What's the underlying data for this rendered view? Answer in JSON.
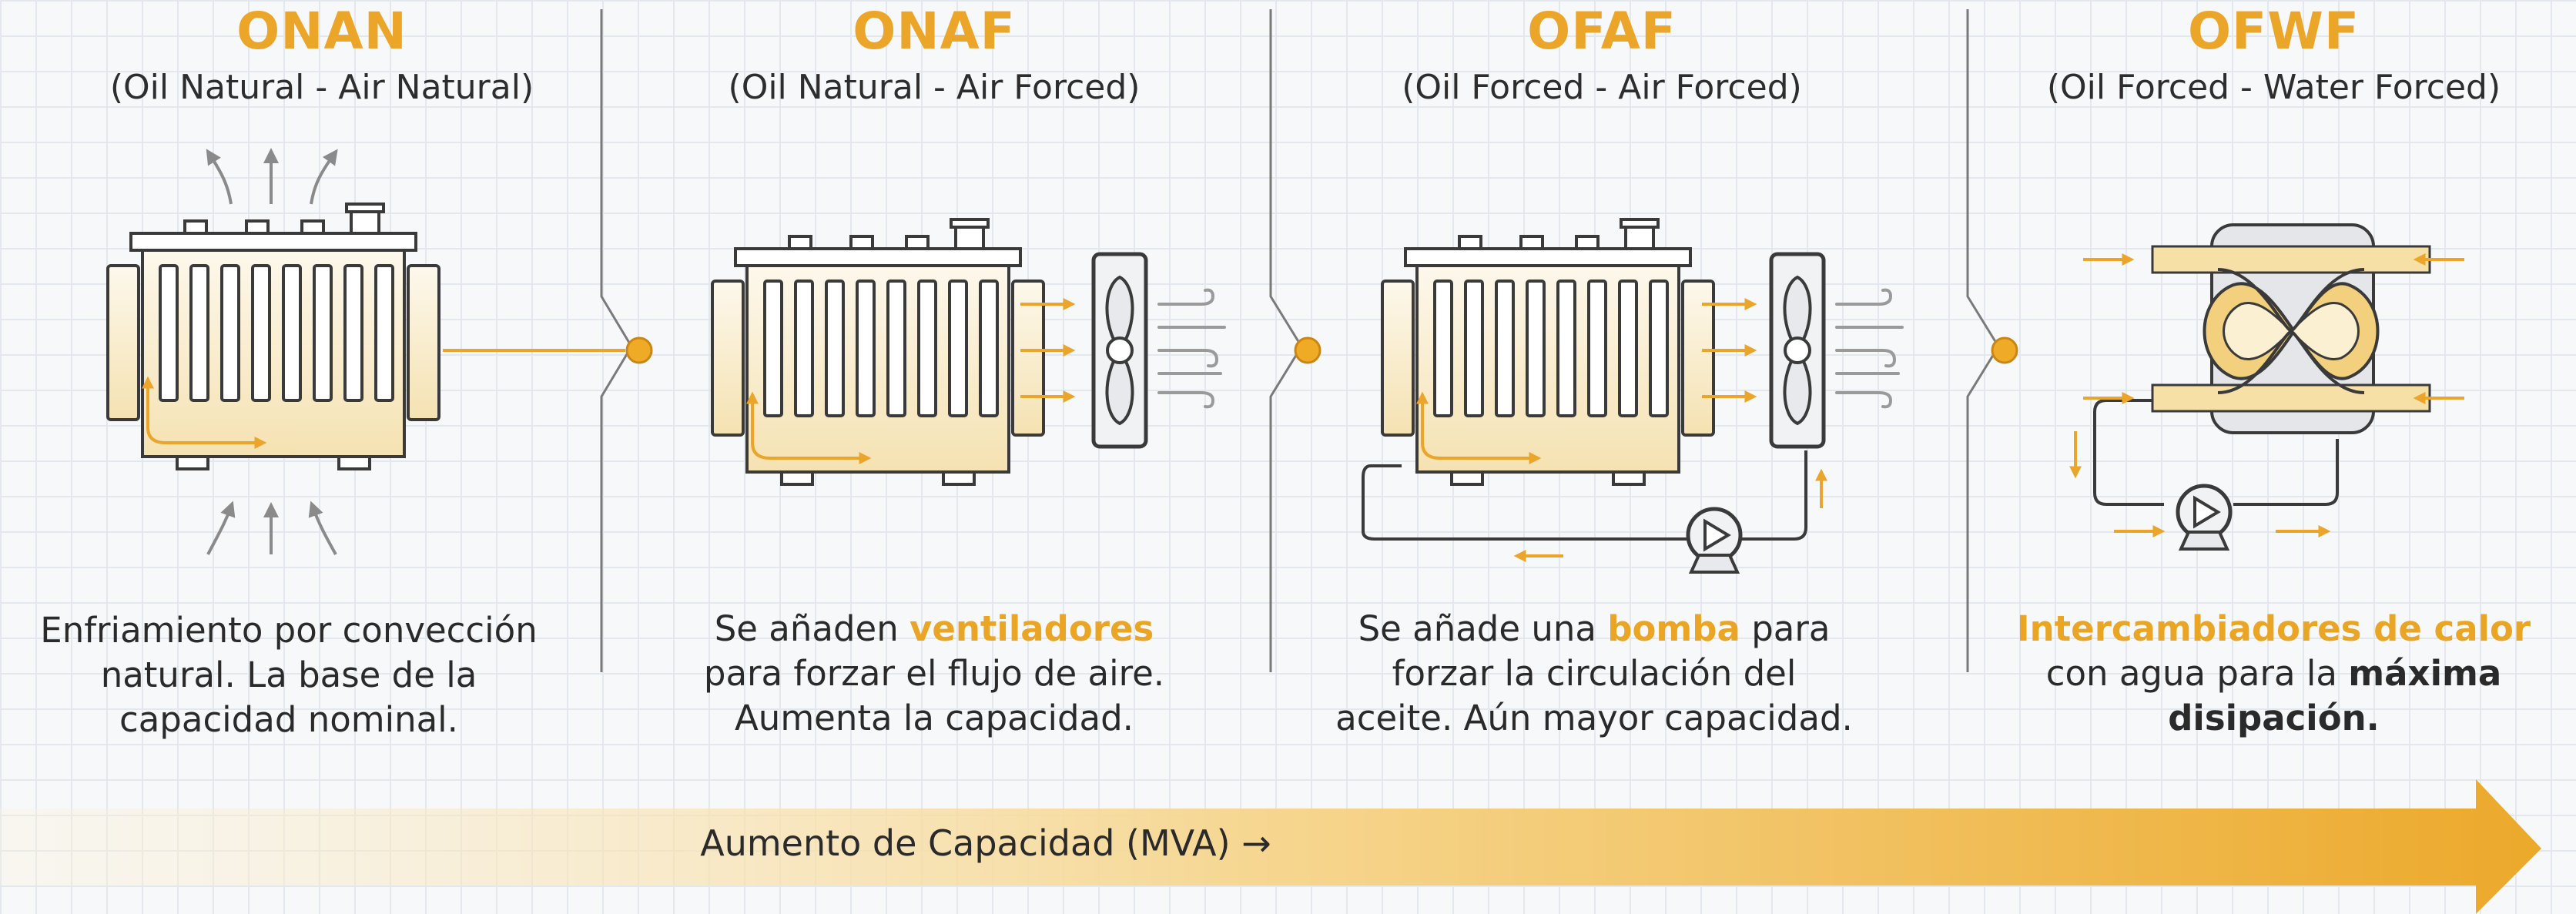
{
  "colors": {
    "accent": "#eba62a",
    "oil": "#f6e3b4",
    "line": "#3a3a3a",
    "grid": "#e3e7ee"
  },
  "panels": [
    {
      "code": "ONAN",
      "subtitle": "(Oil Natural - Air Natural)",
      "desc": [
        "Enfriamiento por convección",
        "natural. La base de la",
        "capacidad nominal."
      ]
    },
    {
      "code": "ONAF",
      "subtitle": "(Oil Natural - Air Forced)",
      "desc_l1_a": "Se añaden ",
      "desc_l1_hl": "ventiladores",
      "desc_l2": "para forzar el flujo de aire.",
      "desc_l3": "Aumenta la capacidad."
    },
    {
      "code": "OFAF",
      "subtitle": "(Oil Forced - Air Forced)",
      "desc_l1_a": "Se añade una ",
      "desc_l1_hl": "bomba",
      "desc_l1_b": " para",
      "desc_l2": "forzar la circulación del",
      "desc_l3": "aceite. Aún mayor capacidad."
    },
    {
      "code": "OFWF",
      "subtitle": "(Oil Forced - Water Forced)",
      "desc_l1_hl": "Intercambiadores de calor",
      "desc_l2_a": "con agua para la ",
      "desc_l2_b": "máxima",
      "desc_l3": "disipación."
    }
  ],
  "bottom_arrow": {
    "label": "Aumento de Capacidad (MVA) →"
  }
}
